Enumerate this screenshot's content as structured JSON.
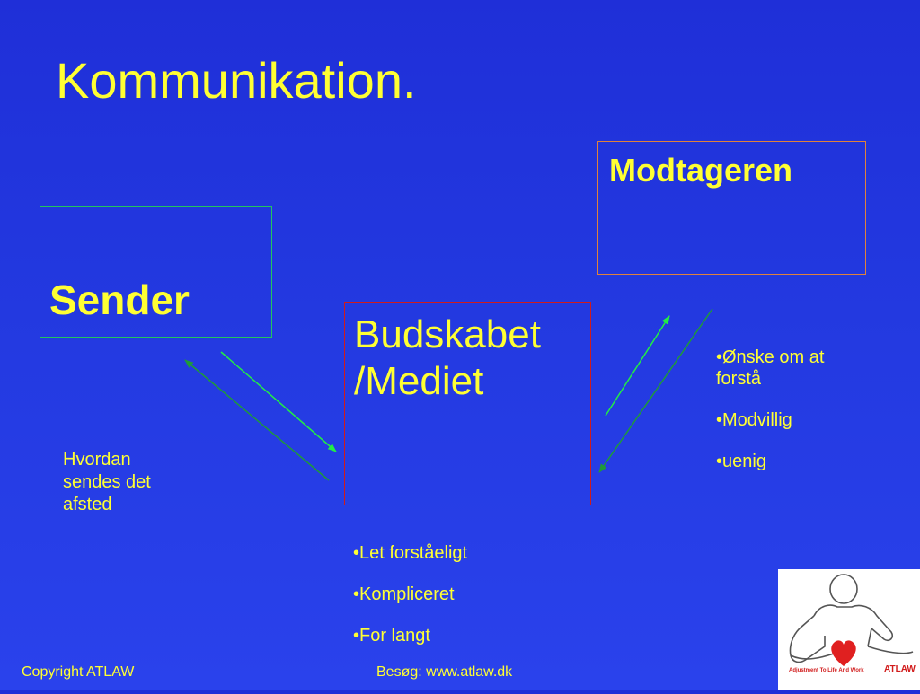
{
  "title": "Kommunikation.",
  "sender": {
    "label": "Sender"
  },
  "message": {
    "label_line1": "Budskabet",
    "label_line2": "/Mediet"
  },
  "receiver": {
    "label": "Modtageren"
  },
  "sender_note": {
    "line1": "Hvordan",
    "line2": "sendes det",
    "line3": "afsted"
  },
  "message_points": [
    "•Let forståeligt",
    "•Kompliceret",
    "•For langt"
  ],
  "receiver_points": [
    "•Ønske om at forstå",
    "•Modvillig",
    "•uenig"
  ],
  "footer": {
    "copyright": "Copyright ATLAW",
    "visit": "Besøg: www.atlaw.dk"
  },
  "logo": {
    "tagline": "Adjustment To Life And Work",
    "brand": "ATLAW"
  },
  "colors": {
    "text": "#ffff33",
    "arrow_bright": "#22ee44",
    "arrow_dark": "#1f9a3a",
    "sender_border": "#22c55e",
    "message_border": "#d11b1b",
    "receiver_border": "#e0823a",
    "heart": "#e02020"
  }
}
